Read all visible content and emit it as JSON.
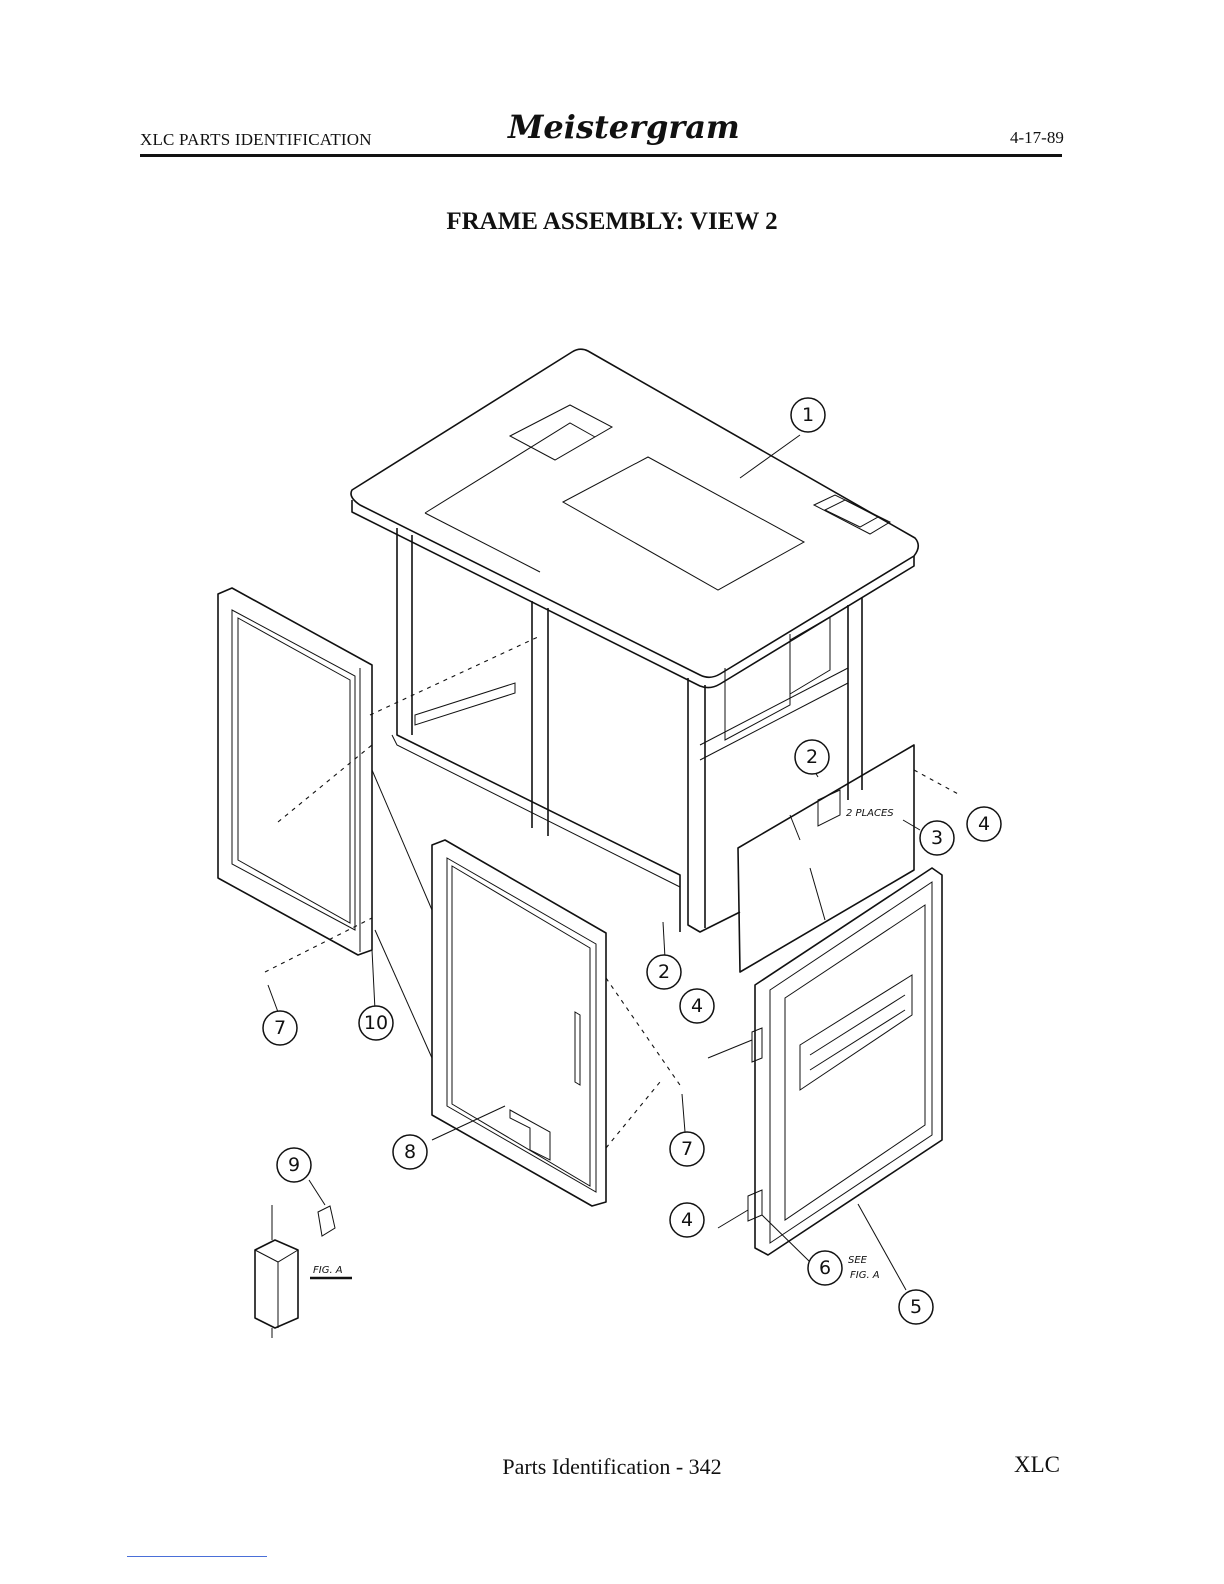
{
  "header": {
    "left": "XLC PARTS IDENTIFICATION",
    "logo": "Meistergram",
    "date": "4-17-89"
  },
  "title": "FRAME ASSEMBLY: VIEW 2",
  "callouts": [
    "1",
    "2",
    "3",
    "4",
    "2",
    "4",
    "7",
    "10",
    "8",
    "7",
    "9",
    "4",
    "6",
    "5"
  ],
  "notes": {
    "places": "2 PLACES",
    "fig_a": "FIG. A",
    "see": "SEE",
    "see_fig": "FIG. A"
  },
  "footer": {
    "center": "Parts Identification - 342",
    "right": "XLC"
  }
}
